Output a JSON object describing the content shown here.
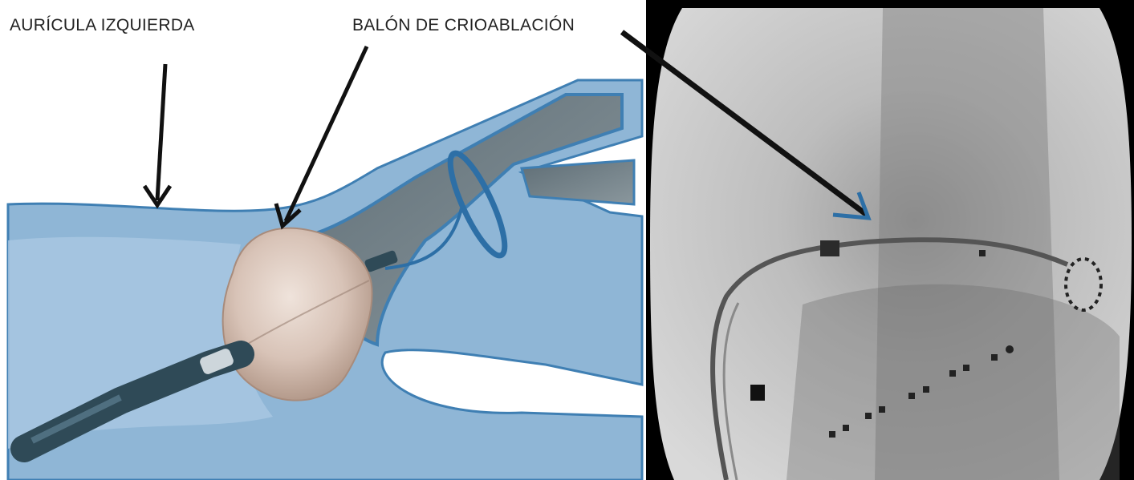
{
  "labels": {
    "left_atrium": "AURÍCULA IZQUIERDA",
    "cryo_balloon": "BALÓN DE CRIOABLACIÓN"
  },
  "colors": {
    "tissue_blue": "#8fb6d6",
    "tissue_edge": "#3f7fb3",
    "vein_lumen": "#6f7f87",
    "balloon": "#d9c7bd",
    "catheter": "#2f4a57",
    "fluoro_bg": "#c8c8c8",
    "arrow": "#111111"
  },
  "panels": {
    "left": "illustration",
    "right": "fluoroscopy"
  }
}
